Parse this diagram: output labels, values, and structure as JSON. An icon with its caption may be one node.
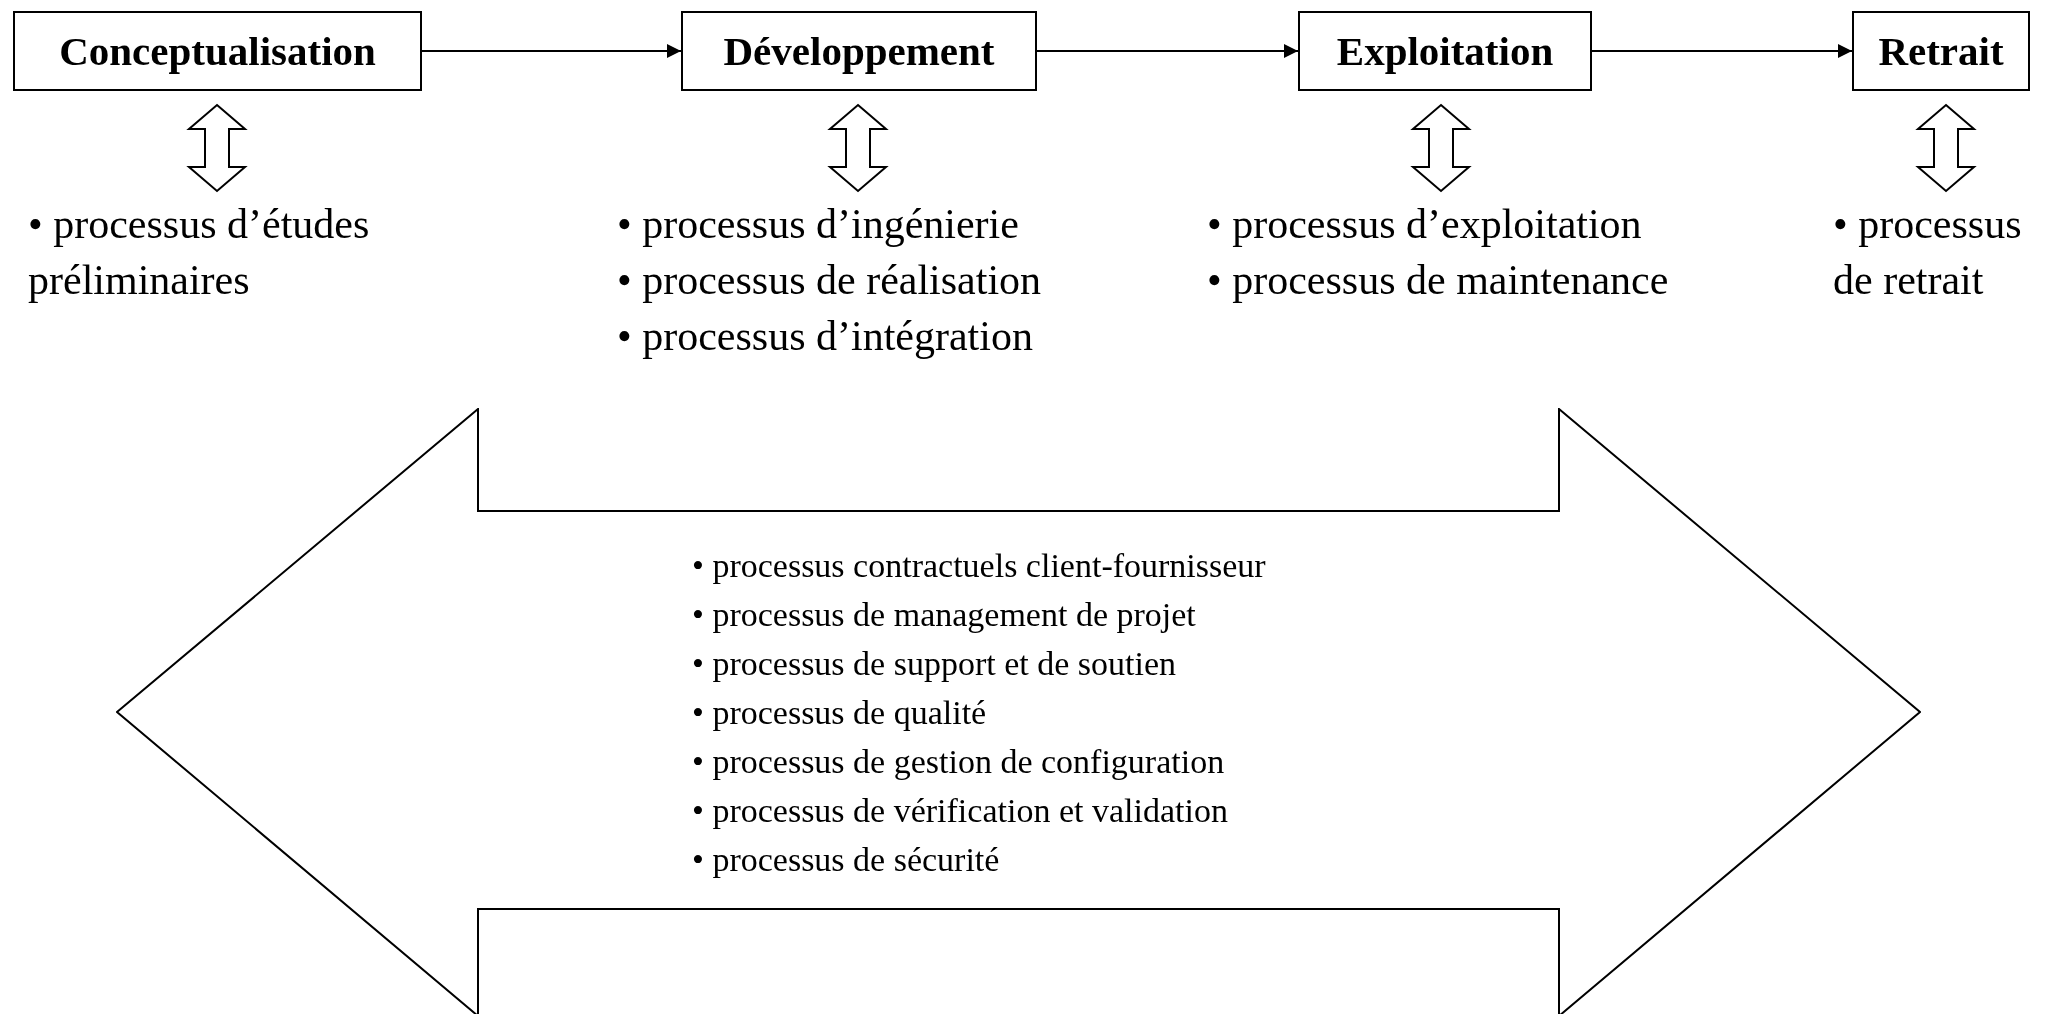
{
  "diagram": {
    "nodes": [
      {
        "text": [
          "Conceptualisation"
        ]
      },
      {
        "text": [
          "Développement"
        ]
      },
      {
        "text": [
          "Exploitation"
        ]
      },
      {
        "text": [
          "Retrait"
        ]
      },
      {
        "text": [
          "• processus d’études préliminaires"
        ]
      },
      {
        "text": [
          "• processus d’ingénierie",
          "• processus de réalisation",
          "• processus d’intégration"
        ]
      },
      {
        "text": [
          "• processus d’exploitation",
          "• processus de maintenance"
        ]
      },
      {
        "text": [
          "• processus de retrait"
        ]
      },
      {
        "text": [
          "• processus contractuels client-fournisseur",
          "• processus de management de projet",
          "• processus de support et de soutien",
          "• processus de qualité",
          "• processus de gestion de configuration",
          "• processus de vérification et validation",
          "• processus de sécurité"
        ]
      }
    ],
    "edges": [
      {
        "from": 0,
        "to": 1,
        "arrow": "to"
      },
      {
        "from": 1,
        "to": 2,
        "arrow": "to"
      },
      {
        "from": 2,
        "to": 3,
        "arrow": "to"
      },
      {
        "from": 0,
        "to": 4,
        "arrow": "both",
        "style": "thick"
      },
      {
        "from": 1,
        "to": 5,
        "arrow": "both",
        "style": "thick"
      },
      {
        "from": 2,
        "to": 6,
        "arrow": "both",
        "style": "thick"
      },
      {
        "from": 3,
        "to": 7,
        "arrow": "both",
        "style": "thick"
      }
    ]
  }
}
